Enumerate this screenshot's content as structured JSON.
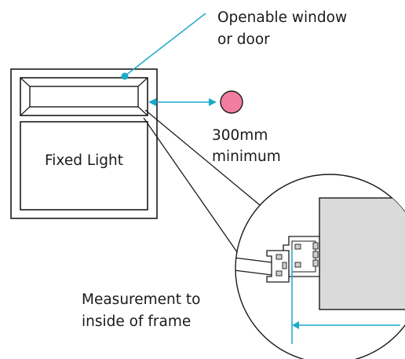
{
  "labels": {
    "window_line1": "Openable window",
    "window_line2": "or door",
    "distance_line1": "300mm",
    "distance_line2": "minimum",
    "fixed_light": "Fixed Light",
    "measure_line1": "Measurement to",
    "measure_line2": "inside of frame"
  },
  "colors": {
    "line": "#1a1a1a",
    "leader": "#1ca9c9",
    "marker": "#f27da0",
    "wall": "#dadada",
    "profile": "#cfcfcf"
  }
}
